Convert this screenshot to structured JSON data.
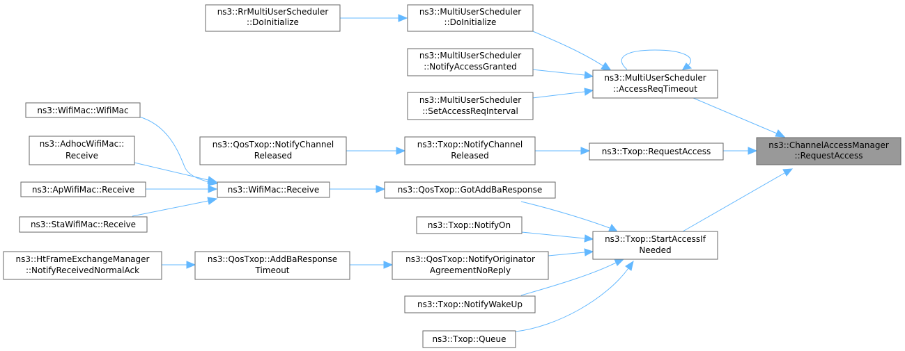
{
  "nodes": {
    "root": [
      "ns3::ChannelAccessManager",
      "::RequestAccess"
    ],
    "rr_doinit": [
      "ns3::RrMultiUserScheduler",
      "::DoInitialize"
    ],
    "mus_doinit": [
      "ns3::MultiUserScheduler",
      "::DoInitialize"
    ],
    "mus_notify": [
      "ns3::MultiUserScheduler",
      "::NotifyAccessGranted"
    ],
    "mus_setint": [
      "ns3::MultiUserScheduler",
      "::SetAccessReqInterval"
    ],
    "mus_timeout": [
      "ns3::MultiUserScheduler",
      "::AccessReqTimeout"
    ],
    "wifimac_ctor": [
      "ns3::WifiMac::WifiMac"
    ],
    "adhoc_recv": [
      "ns3::AdhocWifiMac::",
      "Receive"
    ],
    "ap_recv": [
      "ns3::ApWifiMac::Receive"
    ],
    "sta_recv": [
      "ns3::StaWifiMac::Receive"
    ],
    "wifimac_recv": [
      "ns3::WifiMac::Receive"
    ],
    "qos_notifyrel": [
      "ns3::QosTxop::NotifyChannel",
      "Released"
    ],
    "txop_notifyrel": [
      "ns3::Txop::NotifyChannel",
      "Released"
    ],
    "txop_reqaccess": [
      "ns3::Txop::RequestAccess"
    ],
    "qos_gotaddba": [
      "ns3::QosTxop::GotAddBaResponse"
    ],
    "txop_notifyon": [
      "ns3::Txop::NotifyOn"
    ],
    "txop_startaccess": [
      "ns3::Txop::StartAccessIf",
      "Needed"
    ],
    "htfem_recvack": [
      "ns3::HtFrameExchangeManager",
      "::NotifyReceivedNormalAck"
    ],
    "qos_addbatimeout": [
      "ns3::QosTxop::AddBaResponse",
      "Timeout"
    ],
    "qos_notifyorig": [
      "ns3::QosTxop::NotifyOriginator",
      "AgreementNoReply"
    ],
    "txop_wakeup": [
      "ns3::Txop::NotifyWakeUp"
    ],
    "txop_queue": [
      "ns3::Txop::Queue"
    ]
  },
  "edges": [
    [
      "rr_doinit",
      "mus_doinit"
    ],
    [
      "mus_doinit",
      "mus_timeout"
    ],
    [
      "mus_notify",
      "mus_timeout"
    ],
    [
      "mus_setint",
      "mus_timeout"
    ],
    [
      "mus_timeout",
      "mus_timeout"
    ],
    [
      "mus_timeout",
      "root"
    ],
    [
      "txop_reqaccess",
      "root"
    ],
    [
      "txop_startaccess",
      "root"
    ],
    [
      "qos_notifyrel",
      "txop_notifyrel"
    ],
    [
      "txop_notifyrel",
      "txop_reqaccess"
    ],
    [
      "wifimac_ctor",
      "wifimac_recv"
    ],
    [
      "adhoc_recv",
      "wifimac_recv"
    ],
    [
      "ap_recv",
      "wifimac_recv"
    ],
    [
      "sta_recv",
      "wifimac_recv"
    ],
    [
      "wifimac_recv",
      "qos_gotaddba"
    ],
    [
      "qos_gotaddba",
      "txop_startaccess"
    ],
    [
      "txop_notifyon",
      "txop_startaccess"
    ],
    [
      "qos_notifyorig",
      "txop_startaccess"
    ],
    [
      "txop_wakeup",
      "txop_startaccess"
    ],
    [
      "txop_queue",
      "txop_startaccess"
    ],
    [
      "htfem_recvack",
      "qos_addbatimeout"
    ],
    [
      "qos_addbatimeout",
      "qos_notifyorig"
    ]
  ],
  "colors": {
    "edge": "#63b8ff",
    "node_border": "#666666",
    "root_fill": "#999999"
  }
}
